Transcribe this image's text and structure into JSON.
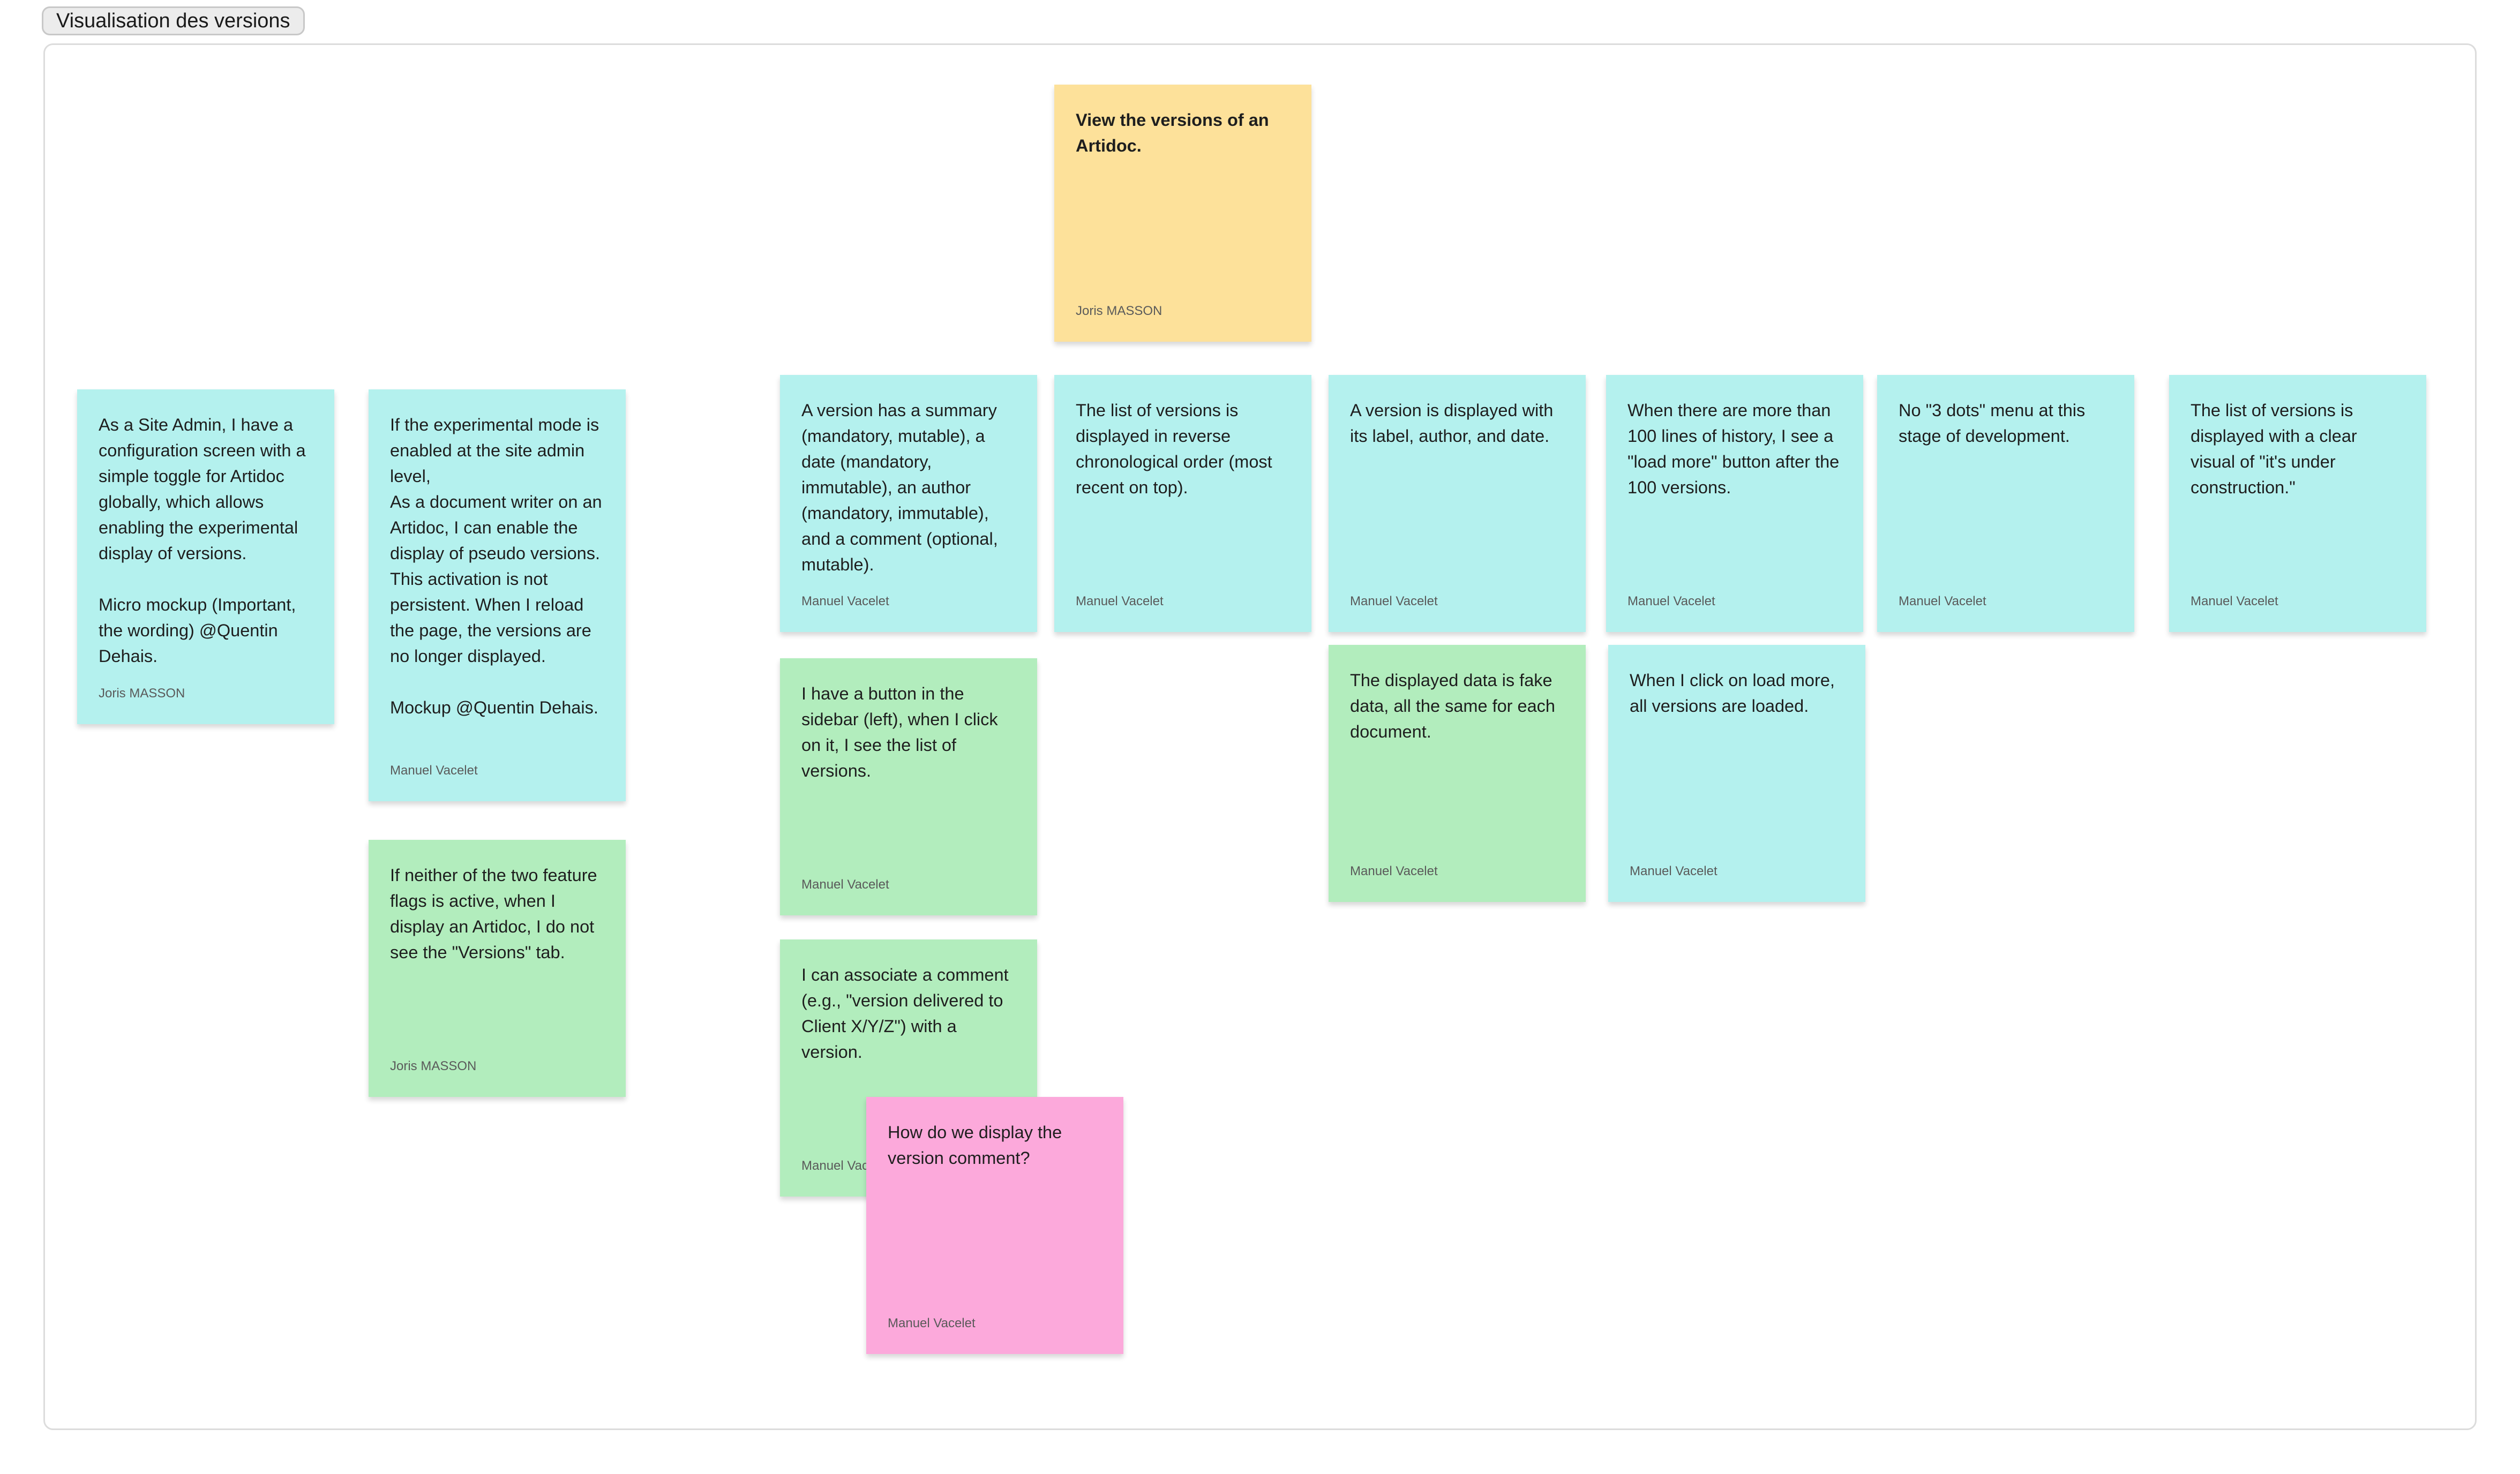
{
  "board": {
    "section_title": "Visualisation des versions"
  },
  "colors": {
    "yellow": "#fde19a",
    "cyan": "#b4f1ee",
    "green": "#b2edbd",
    "pink": "#fca9db"
  },
  "notes": [
    {
      "id": "epic",
      "color": "yellow",
      "text": "View the versions of an Artidoc.",
      "author": "Joris MASSON"
    },
    {
      "id": "site-admin",
      "color": "cyan",
      "text": "As a Site Admin, I have a configuration screen with a simple toggle for Artidoc globally, which allows enabling the experimental display of versions.\n\nMicro mockup (Important, the wording) @Quentin Dehais.",
      "author": "Joris MASSON"
    },
    {
      "id": "experimental-mode",
      "color": "cyan",
      "text": "If the experimental mode is enabled at the site admin level,\nAs a document writer on an Artidoc, I can enable the display of pseudo versions. This activation is not persistent. When I reload the page, the versions are no longer displayed.\n\nMockup @Quentin Dehais.",
      "author": "Manuel Vacelet"
    },
    {
      "id": "feature-flags",
      "color": "green",
      "text": "If neither of the two feature flags is active, when I display an Artidoc, I do not see the \"Versions\" tab.",
      "author": "Joris MASSON"
    },
    {
      "id": "version-summary",
      "color": "cyan",
      "text": "A version has a summary (mandatory, mutable), a date (mandatory, immutable), an author (mandatory, immutable), and a comment (optional, mutable).",
      "author": "Manuel Vacelet"
    },
    {
      "id": "sidebar-button",
      "color": "green",
      "text": "I have a button in the sidebar (left), when I click on it, I see the list of versions.",
      "author": "Manuel Vacelet"
    },
    {
      "id": "associate-comment",
      "color": "green",
      "text": "I can associate a comment (e.g., \"version delivered to Client X/Y/Z\") with a version.",
      "author": "Manuel Vacelet"
    },
    {
      "id": "comment-question",
      "color": "pink",
      "text": "How do we display the version comment?",
      "author": "Manuel Vacelet"
    },
    {
      "id": "reverse-order",
      "color": "cyan",
      "text": "The list of versions is displayed in reverse chronological order (most recent on top).",
      "author": "Manuel Vacelet"
    },
    {
      "id": "label-author-date",
      "color": "cyan",
      "text": "A version is displayed with its label, author, and date.",
      "author": "Manuel Vacelet"
    },
    {
      "id": "fake-data",
      "color": "green",
      "text": "The displayed data is fake data, all the same for each document.",
      "author": "Manuel Vacelet"
    },
    {
      "id": "load-more",
      "color": "cyan",
      "text": "When there are more than 100 lines of history, I see a \"load more\" button after the 100 versions.",
      "author": "Manuel Vacelet"
    },
    {
      "id": "all-loaded",
      "color": "cyan",
      "text": "When I click on load more, all versions are loaded.",
      "author": "Manuel Vacelet"
    },
    {
      "id": "no-dots-menu",
      "color": "cyan",
      "text": "No \"3 dots\" menu at this stage of development.",
      "author": "Manuel Vacelet"
    },
    {
      "id": "under-construction",
      "color": "cyan",
      "text": "The list of versions is displayed with a clear visual of \"it's under construction.\"",
      "author": "Manuel Vacelet"
    }
  ]
}
